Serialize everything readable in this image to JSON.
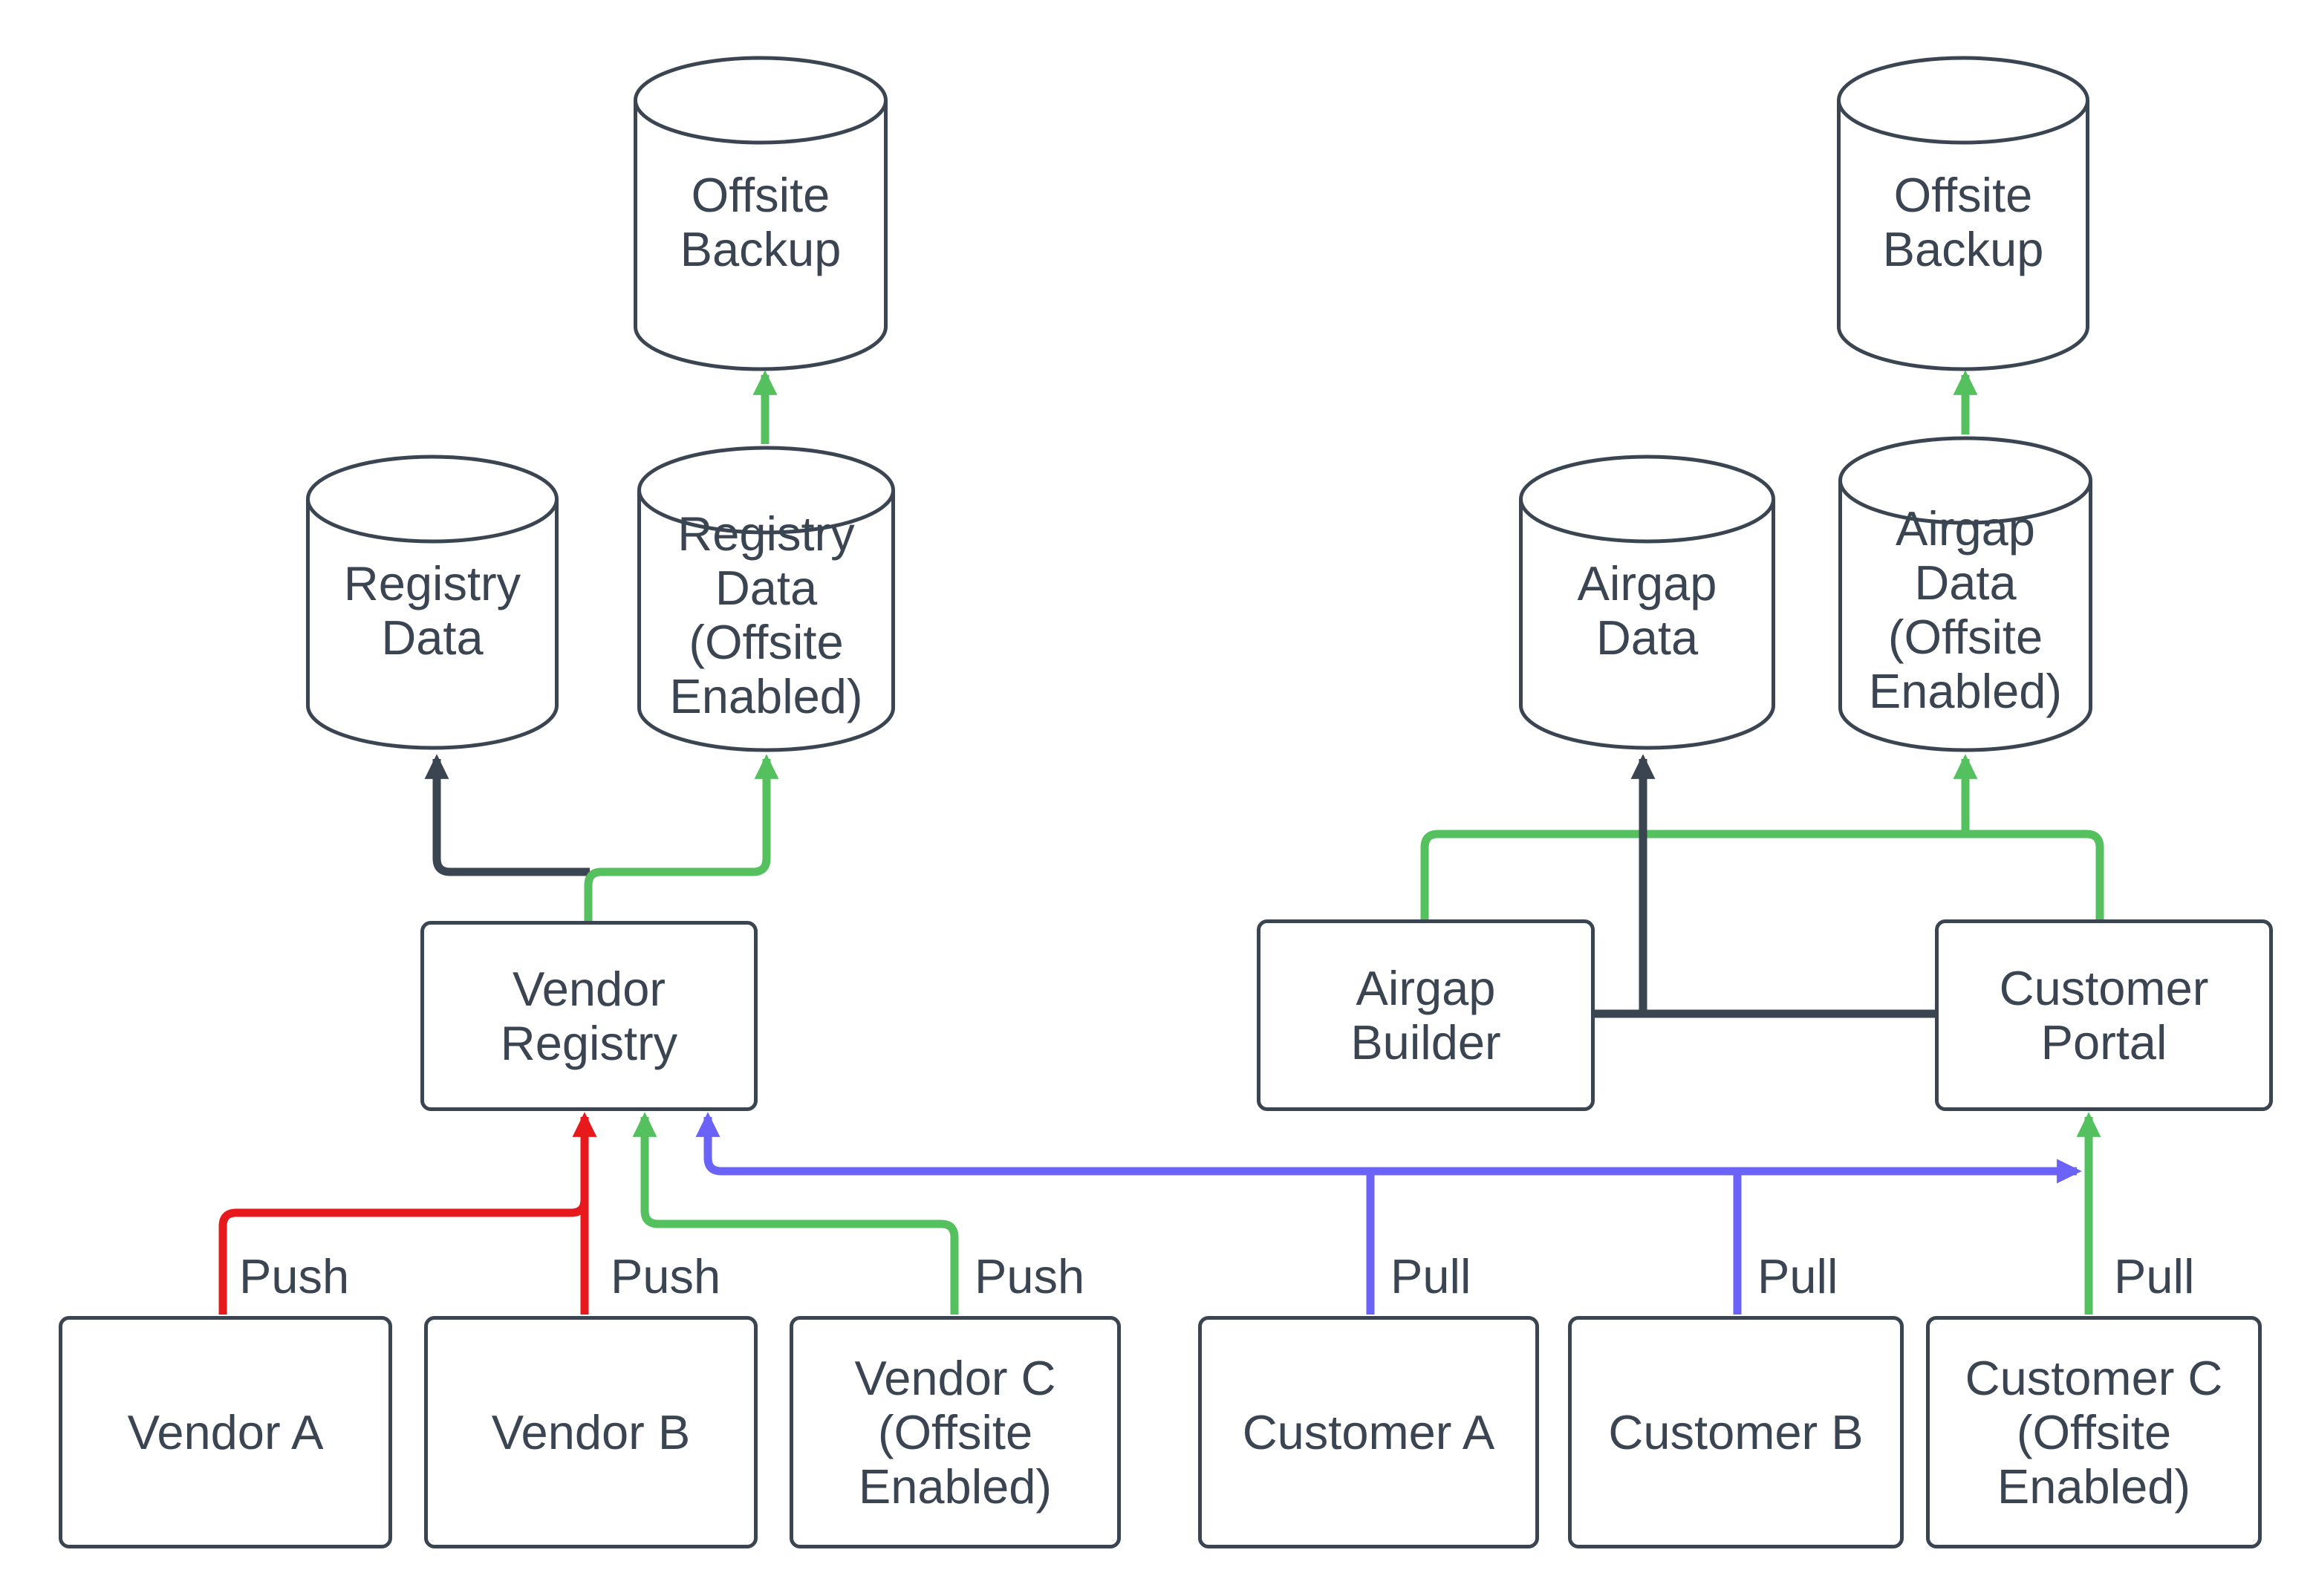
{
  "diagram": {
    "colors": {
      "node_stroke": "#3b4552",
      "text": "#3b4552",
      "dark": "#3b4552",
      "green": "#55c05e",
      "red": "#e8191c",
      "purple": "#6b63f8",
      "background": "#ffffff"
    },
    "nodes": {
      "offsite_backup_left": {
        "shape": "cylinder",
        "label": "Offsite Backup",
        "lines": [
          "Offsite",
          "Backup"
        ]
      },
      "registry_data": {
        "shape": "cylinder",
        "label": "Registry Data",
        "lines": [
          "Registry",
          "Data"
        ]
      },
      "registry_data_offsite": {
        "shape": "cylinder",
        "label": "Registry Data (Offsite Enabled)",
        "lines": [
          "Registry",
          "Data",
          "(Offsite",
          "Enabled)"
        ]
      },
      "vendor_registry": {
        "shape": "rect",
        "label": "Vendor Registry",
        "lines": [
          "Vendor",
          "Registry"
        ]
      },
      "vendor_a": {
        "shape": "rect",
        "label": "Vendor A",
        "lines": [
          "Vendor A"
        ]
      },
      "vendor_b": {
        "shape": "rect",
        "label": "Vendor B",
        "lines": [
          "Vendor B"
        ]
      },
      "vendor_c": {
        "shape": "rect",
        "label": "Vendor C (Offsite Enabled)",
        "lines": [
          "Vendor C",
          "(Offsite",
          "Enabled)"
        ]
      },
      "airgap_data": {
        "shape": "cylinder",
        "label": "Airgap Data",
        "lines": [
          "Airgap",
          "Data"
        ]
      },
      "airgap_data_offsite": {
        "shape": "cylinder",
        "label": "Airgap Data (Offsite Enabled)",
        "lines": [
          "Airgap",
          "Data",
          "(Offsite",
          "Enabled)"
        ]
      },
      "offsite_backup_right": {
        "shape": "cylinder",
        "label": "Offsite Backup",
        "lines": [
          "Offsite",
          "Backup"
        ]
      },
      "airgap_builder": {
        "shape": "rect",
        "label": "Airgap Builder",
        "lines": [
          "Airgap",
          "Builder"
        ]
      },
      "customer_portal": {
        "shape": "rect",
        "label": "Customer Portal",
        "lines": [
          "Customer",
          "Portal"
        ]
      },
      "customer_a": {
        "shape": "rect",
        "label": "Customer A",
        "lines": [
          "Customer A"
        ]
      },
      "customer_b": {
        "shape": "rect",
        "label": "Customer B",
        "lines": [
          "Customer B"
        ]
      },
      "customer_c": {
        "shape": "rect",
        "label": "Customer C (Offsite Enabled)",
        "lines": [
          "Customer C",
          "(Offsite",
          "Enabled)"
        ]
      }
    },
    "edge_labels": {
      "vendor_a": "Push",
      "vendor_b": "Push",
      "vendor_c": "Push",
      "customer_a": "Pull",
      "customer_b": "Pull",
      "customer_c": "Pull"
    },
    "edges": [
      {
        "from": "vendor_a",
        "to": "vendor_registry",
        "label": "Push",
        "color": "red"
      },
      {
        "from": "vendor_b",
        "to": "vendor_registry",
        "label": "Push",
        "color": "red"
      },
      {
        "from": "vendor_c",
        "to": "vendor_registry",
        "label": "Push",
        "color": "green"
      },
      {
        "from": "customer_a",
        "to": "vendor_registry",
        "label": "Pull",
        "color": "purple"
      },
      {
        "from": "customer_b",
        "to": "vendor_registry",
        "label": "Pull",
        "color": "purple"
      },
      {
        "from": "customer_portal",
        "to": "vendor_registry",
        "color": "purple",
        "double_arrow": true
      },
      {
        "from": "customer_c",
        "to": "customer_portal",
        "label": "Pull",
        "color": "green"
      },
      {
        "from": "vendor_registry",
        "to": "registry_data",
        "color": "dark"
      },
      {
        "from": "vendor_registry",
        "to": "registry_data_offsite",
        "color": "green"
      },
      {
        "from": "registry_data_offsite",
        "to": "offsite_backup_left",
        "color": "green"
      },
      {
        "from": "airgap_builder",
        "to": "airgap_data",
        "color": "dark"
      },
      {
        "from": "customer_portal",
        "to": "airgap_data",
        "color": "dark"
      },
      {
        "from": "airgap_builder",
        "to": "airgap_data_offsite",
        "color": "green"
      },
      {
        "from": "customer_portal",
        "to": "airgap_data_offsite",
        "color": "green"
      },
      {
        "from": "airgap_data_offsite",
        "to": "offsite_backup_right",
        "color": "green"
      }
    ]
  }
}
